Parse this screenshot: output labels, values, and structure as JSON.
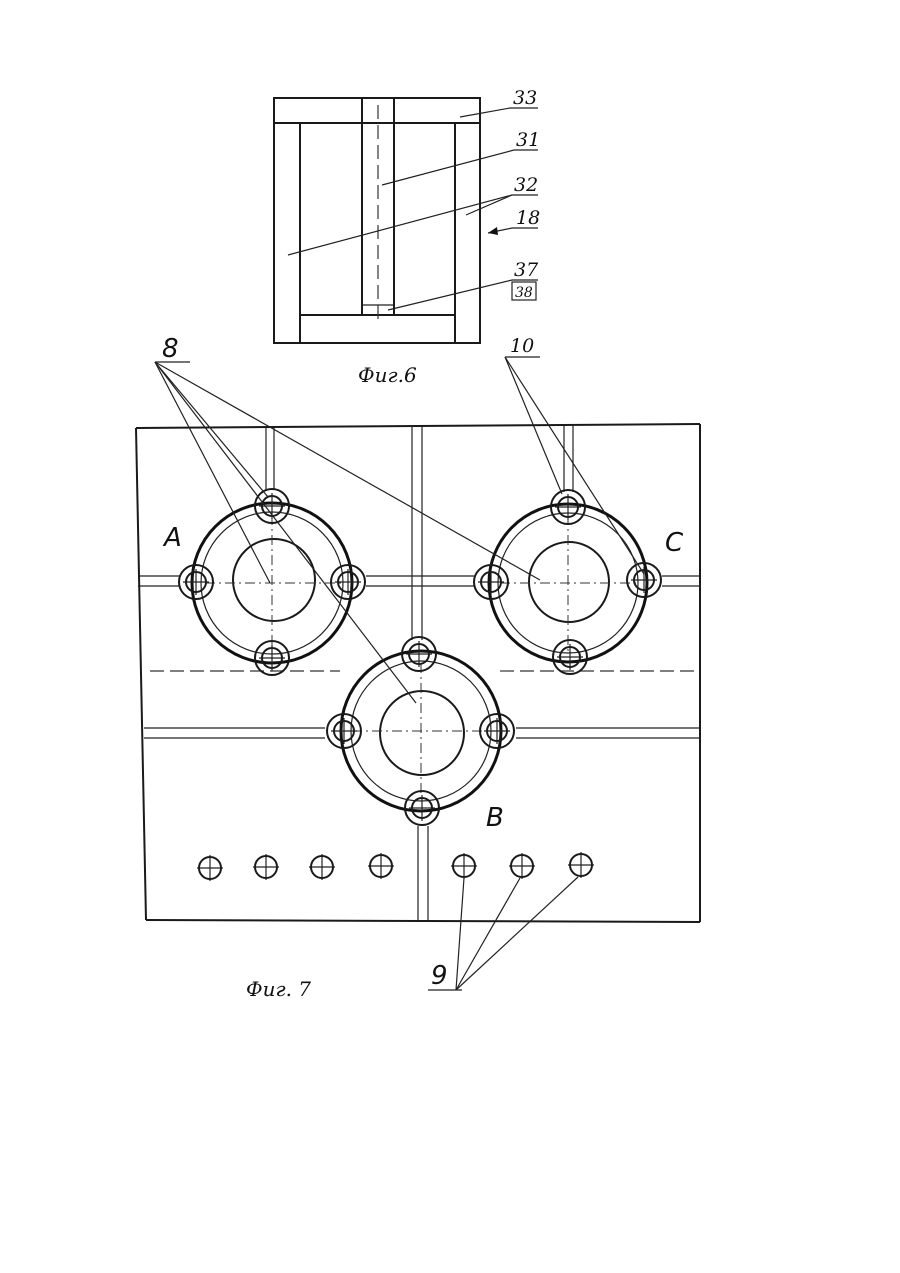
{
  "fig6": {
    "caption": "Фиг.6",
    "labels": {
      "l33": "33",
      "l31": "31",
      "l32": "32",
      "l18": "18",
      "l37": "37",
      "l38": "38"
    }
  },
  "fig7": {
    "caption": "Фиг. 7",
    "labels": {
      "l8": "8",
      "l10": "10",
      "l9": "9",
      "A": "A",
      "B": "B",
      "C": "C"
    }
  }
}
